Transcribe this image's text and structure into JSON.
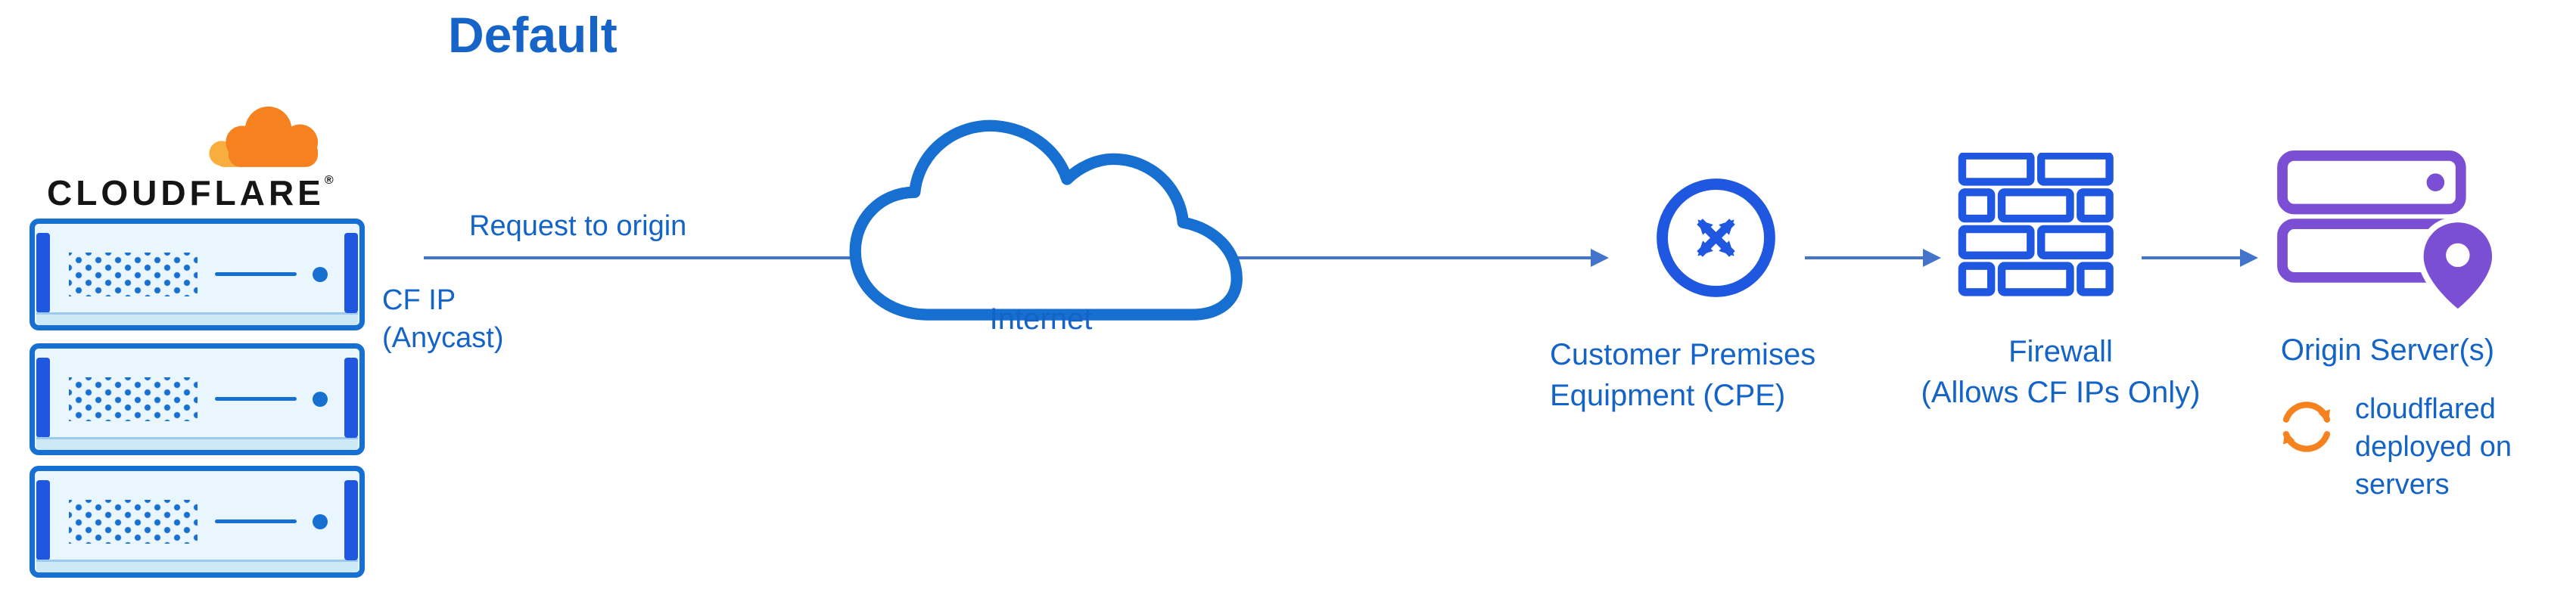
{
  "title": "Default",
  "logo": {
    "brand": "CLOUDFLARE",
    "registered": "®"
  },
  "labels": {
    "request": "Request to origin",
    "cf_ip_line1": "CF IP",
    "cf_ip_line2": "(Anycast)",
    "internet": "Internet",
    "cpe_line1": "Customer Premises",
    "cpe_line2": "Equipment (CPE)",
    "firewall_line1": "Firewall",
    "firewall_line2": "(Allows CF IPs Only)",
    "origin": "Origin Server(s)",
    "cloudflared_line1": "cloudflared",
    "cloudflared_line2": "deployed on",
    "cloudflared_line3": "servers"
  },
  "colors": {
    "label_blue": "#1463c7",
    "arrow_blue": "#4373cb",
    "icon_blue": "#176fd2",
    "accent_blue": "#2057e0",
    "cloudflare_orange": "#f6821f",
    "cloudflare_orange_light": "#faad3f",
    "origin_purple": "#7a4fd4"
  }
}
